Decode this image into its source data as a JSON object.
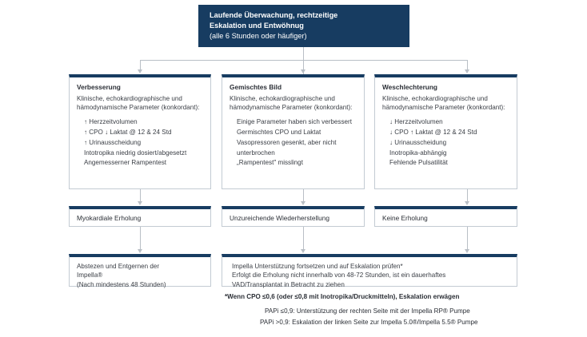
{
  "colors": {
    "brand_dark_blue": "#173c61",
    "box_border": "#c3cbd3",
    "connector": "#b9bfc6",
    "text": "#33363b",
    "white": "#ffffff"
  },
  "header": {
    "line1": "Laufende Überwachung, rechtzeitige",
    "line2": "Eskalation und Entwöhnug",
    "line3": "(alle 6 Stunden oder häufiger)"
  },
  "columns": [
    {
      "title": "Verbesserung",
      "paragraph": "Klinische, echokardiographische und hämodynamische Parameter (konkordant):",
      "items": [
        "↑ Herzzeitvolumen",
        "↑ CPO ↓ Laktat @ 12 & 24 Std",
        "↑ Urinausscheidung",
        "Intotropika niedrig dosiert/abgesetzt",
        "Angemesserner Rampentest"
      ],
      "outcome": "Myokardiale Erholung"
    },
    {
      "title": "Gemischtes Bild",
      "paragraph": "Klinische, echokardiographische und hämodynamische Parameter (konkordant):",
      "items": [
        "Einige Parameter haben sich verbessert",
        "Germischtes CPO und Laktat",
        "Vasopressoren gesenkt, aber nicht",
        "unterbrochen",
        "„Rampentest\" misslingt"
      ],
      "outcome": "Unzureichende Wiederherstellung"
    },
    {
      "title": "Weschlechterung",
      "paragraph": "Klinische, echokardiographische und hämodynamische Parameter (konkordant):",
      "items": [
        "↓ Herzzeitvolumen",
        "↓ CPO ↑ Laktat @ 12 & 24 Std",
        "↓ Urinausscheidung",
        "Inotropika-abhängig",
        "Fehlende Pulsatilität"
      ],
      "outcome": "Keine Erholung"
    }
  ],
  "actions": {
    "left": {
      "line1": "Abstezen und Entgernen der",
      "line2": "Impella®",
      "line3": "(Nach mindestens 48 Stunden)"
    },
    "wide": {
      "line1": "Impella Unterstützung fortsetzen und auf Eskalation prüfen*",
      "line2": "Erfolgt die Erholung nicht innerhalb von 48-72 Stunden, ist ein dauerhaftes",
      "line3": "VAD/Transplantat in Betracht zu ziehen"
    }
  },
  "footnotes": {
    "line1": "*Wenn CPO ≤0,6 (oder ≤0,8 mit Inotropika/Druckmitteln), Eskalation erwägen",
    "line2": "PAPi ≤0,9: Unterstützung der rechten Seite mit der Impella RP® Pumpe",
    "line3": "PAPi >0,9: Eskalation der linken Seite zur Impella 5.0®/Impella 5.5® Pumpe"
  }
}
